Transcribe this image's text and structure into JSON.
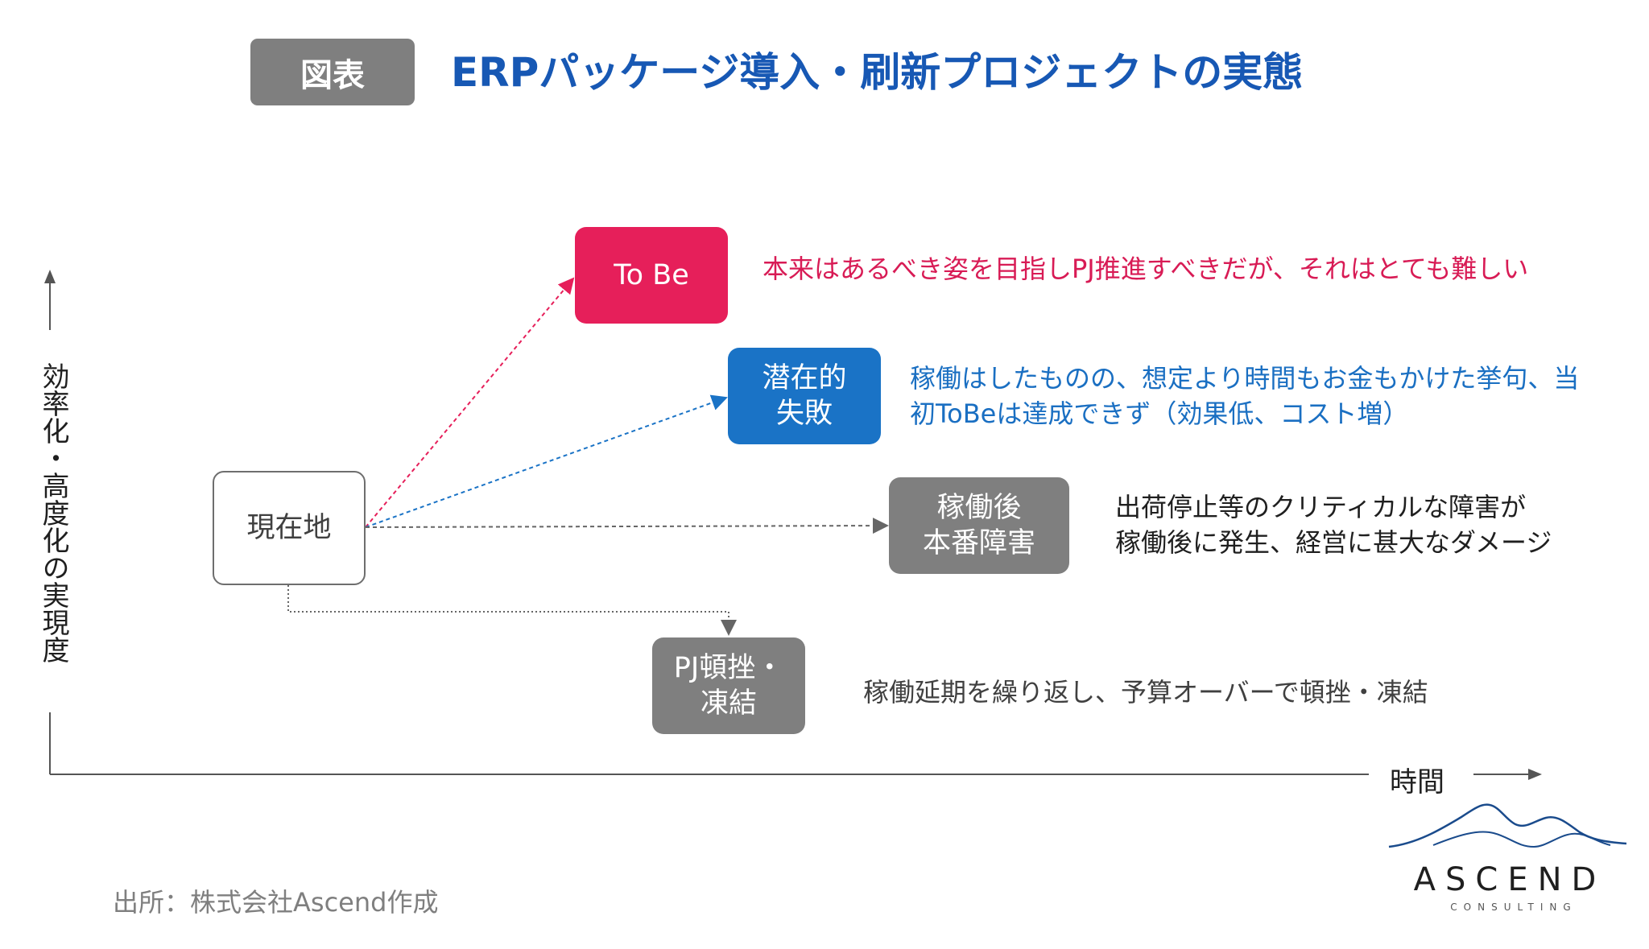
{
  "header": {
    "tag": "図表",
    "title": "ERPパッケージ導入・刷新プロジェクトの実態"
  },
  "axes": {
    "y_label": "効率化・高度化の実現度",
    "x_label": "時間"
  },
  "nodes": {
    "current": "現在地",
    "tobe": "To Be",
    "latent_failure": "潜在的\n失敗",
    "post_launch_failure": "稼働後\n本番障害",
    "pj_stall": "PJ頓挫・\n凍結"
  },
  "descriptions": {
    "tobe": "本来はあるべき姿を目指しPJ推進すべきだが、それはとても難しい",
    "latent_failure": "稼働はしたものの、想定より時間もお金もかけた挙句、当\n初ToBeは達成できず（効果低、コスト増）",
    "post_launch_failure": "出荷停止等のクリティカルな障害が\n稼働後に発生、経営に甚大なダメージ",
    "pj_stall": "稼働延期を繰り返し、予算オーバーで頓挫・凍結"
  },
  "footer": {
    "source": "出所：株式会社Ascend作成",
    "logo_word": "ASCEND",
    "logo_sub": "CONSULTING"
  },
  "colors": {
    "title": "#1758b4",
    "tobe": "#e61f5a",
    "latent": "#1a73c6",
    "gray_box": "#7f7f7f"
  }
}
